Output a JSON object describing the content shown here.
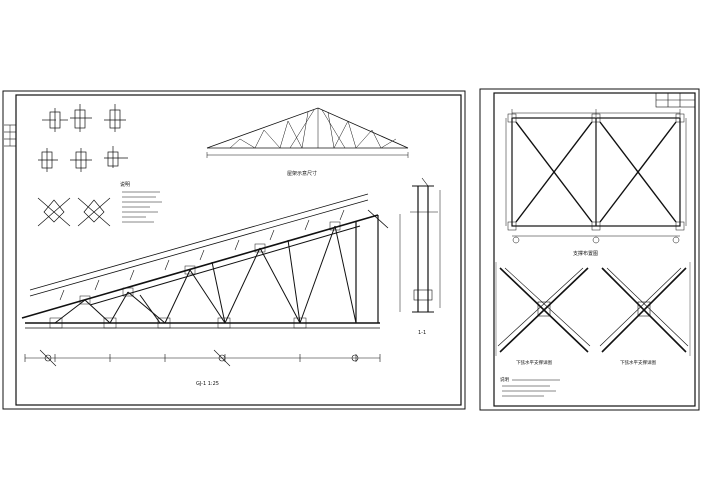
{
  "sheet1": {
    "truss_title": "GJ-1 1:25",
    "frame_title": "屋架示意尺寸",
    "detail_title": "1-1",
    "notes_heading": "说明"
  },
  "sheet2": {
    "top_title": "支撑布置图",
    "lower_left_title": "下弦水平支撑详图",
    "lower_right_title": "下弦水平支撑详图",
    "notes_heading": "说明"
  },
  "colors": {
    "line": "#111111",
    "background": "#ffffff"
  }
}
